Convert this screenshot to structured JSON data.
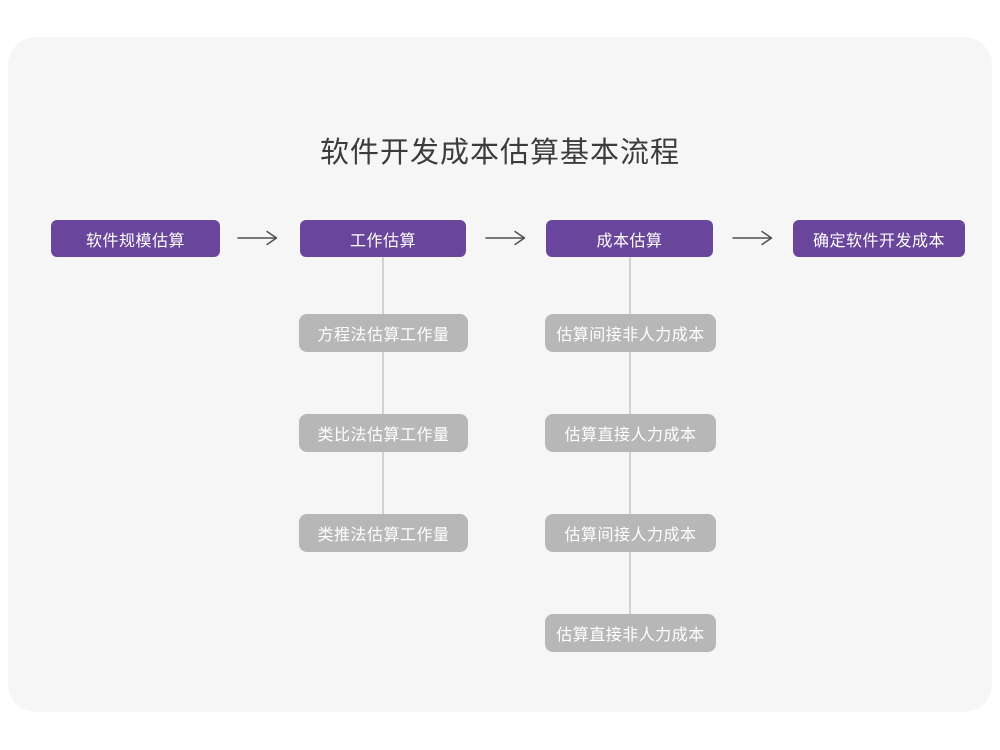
{
  "diagram": {
    "title": "软件开发成本估算基本流程",
    "steps": [
      {
        "label": "软件规模估算",
        "children": []
      },
      {
        "label": "工作估算",
        "children": [
          "方程法估算工作量",
          "类比法估算工作量",
          "类推法估算工作量"
        ]
      },
      {
        "label": "成本估算",
        "children": [
          "估算间接非人力成本",
          "估算直接人力成本",
          "估算间接人力成本",
          "估算直接非人力成本"
        ]
      },
      {
        "label": "确定软件开发成本",
        "children": []
      }
    ],
    "connectors": {
      "horizontal_arrows": 3,
      "vertical_lines": 2
    },
    "colors": {
      "primary_node": "#6a459c",
      "secondary_node": "#b7b7b8",
      "connector_line": "#d2d2d2",
      "arrow": "#4e4e4e",
      "canvas_bg": "#f6f6f7",
      "page_bg": "#ffffff",
      "node_text": "#ffffff",
      "title_text": "#3c3c3c"
    }
  }
}
